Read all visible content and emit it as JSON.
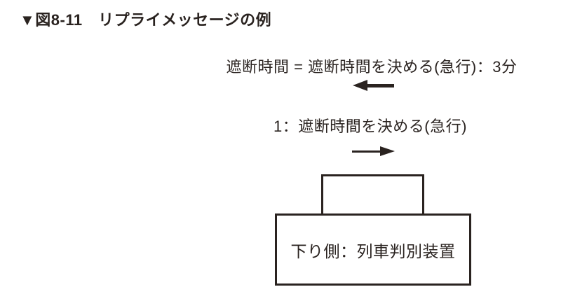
{
  "figure": {
    "title": "▼図8-11　リプライメッセージの例",
    "messages": {
      "reply": "遮断時間 = 遮断時間を決める(急行)：3分",
      "request": "1：遮断時間を決める(急行)"
    },
    "arrows": {
      "reply_direction": "left",
      "request_direction": "right"
    },
    "device": {
      "label": "下り側：列車判別装置"
    },
    "colors": {
      "ink": "#2a2320",
      "background": "#ffffff"
    }
  }
}
